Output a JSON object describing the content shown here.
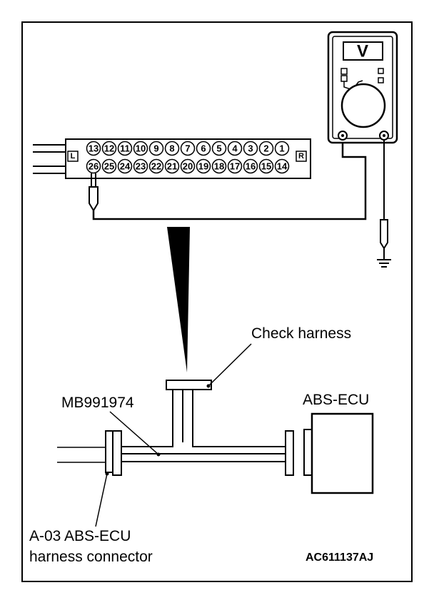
{
  "connector": {
    "left_tag": "L",
    "right_tag": "R",
    "top_row_pins": [
      "13",
      "12",
      "11",
      "10",
      "9",
      "8",
      "7",
      "6",
      "5",
      "4",
      "3",
      "2",
      "1"
    ],
    "bottom_row_pins": [
      "26",
      "25",
      "24",
      "23",
      "22",
      "21",
      "20",
      "19",
      "18",
      "17",
      "16",
      "15",
      "14"
    ]
  },
  "voltmeter": {
    "display_symbol": "V"
  },
  "labels": {
    "check_harness": "Check harness",
    "mb_tool": "MB991974",
    "abs_ecu": "ABS-ECU",
    "harness_connector_line1": "A-03 ABS-ECU",
    "harness_connector_line2": "harness connector",
    "figure_code": "AC611137AJ"
  }
}
